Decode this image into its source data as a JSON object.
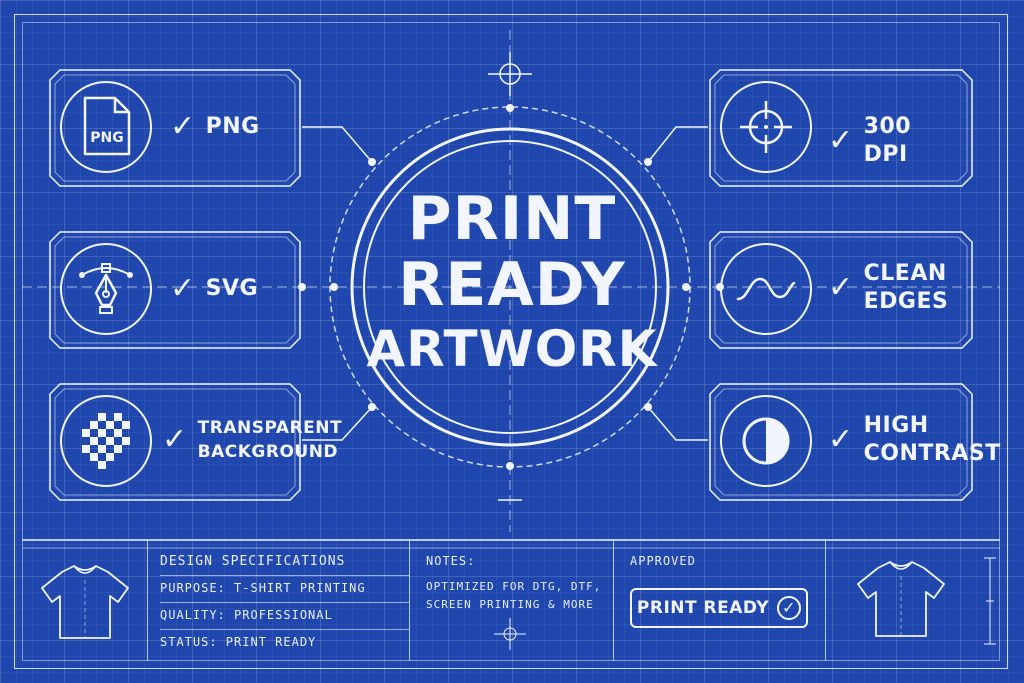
{
  "title": {
    "line1": "PRINT",
    "line2": "READY",
    "line3": "ARTWORK"
  },
  "check_glyph": "✓",
  "features_left": [
    {
      "icon": "png-file-icon",
      "icon_text": "PNG",
      "label": "PNG"
    },
    {
      "icon": "pen-tool-icon",
      "label": "SVG"
    },
    {
      "icon": "checkerboard-icon",
      "label_line1": "TRANSPARENT",
      "label_line2": "BACKGROUND"
    }
  ],
  "features_right": [
    {
      "icon": "crosshair-icon",
      "label": "300 DPI"
    },
    {
      "icon": "wave-icon",
      "label_line1": "CLEAN",
      "label_line2": "EDGES"
    },
    {
      "icon": "contrast-icon",
      "label_line1": "HIGH",
      "label_line2": "CONTRAST"
    }
  ],
  "specs": {
    "heading": "DESIGN SPECIFICATIONS",
    "purpose": "PURPOSE: T-SHIRT PRINTING",
    "quality": "QUALITY:  PROFESSIONAL",
    "status": "STATUS:   PRINT READY"
  },
  "notes": {
    "heading": "NOTES:",
    "line1": "OPTIMIZED FOR DTG, DTF,",
    "line2": "SCREEN PRINTING & MORE"
  },
  "approved": {
    "heading": "APPROVED",
    "stamp": "PRINT READY",
    "stamp_check": "✓"
  },
  "colors": {
    "background": "#1f47ad",
    "line": "#f2f5fb"
  }
}
